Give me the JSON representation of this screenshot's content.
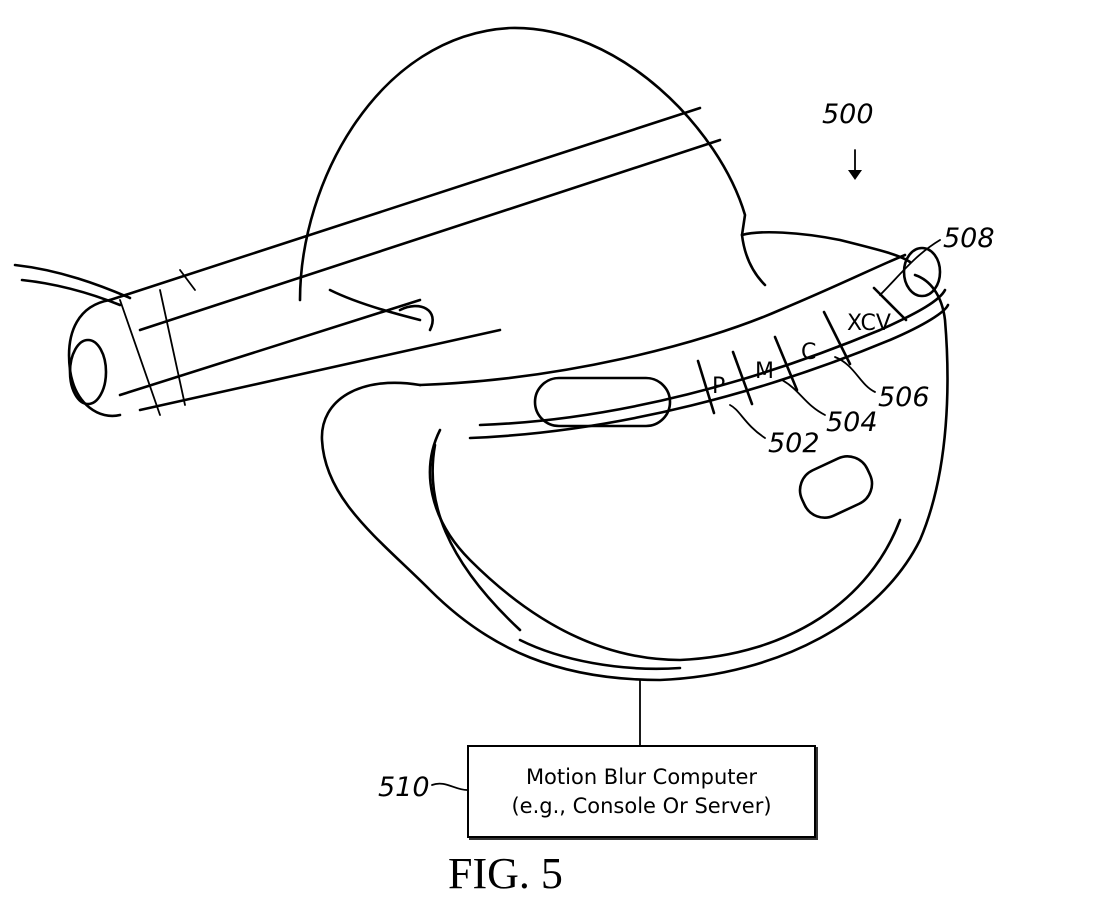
{
  "figure": {
    "caption": "FIG. 5",
    "references": {
      "headset": "500",
      "button_p": "502",
      "button_m": "504",
      "button_c": "506",
      "button_xcv": "508",
      "computer": "510"
    },
    "buttons": [
      "P",
      "M",
      "C",
      "XCV"
    ],
    "computer_box": {
      "line1": "Motion Blur Computer",
      "line2": "(e.g., Console Or Server)"
    }
  }
}
